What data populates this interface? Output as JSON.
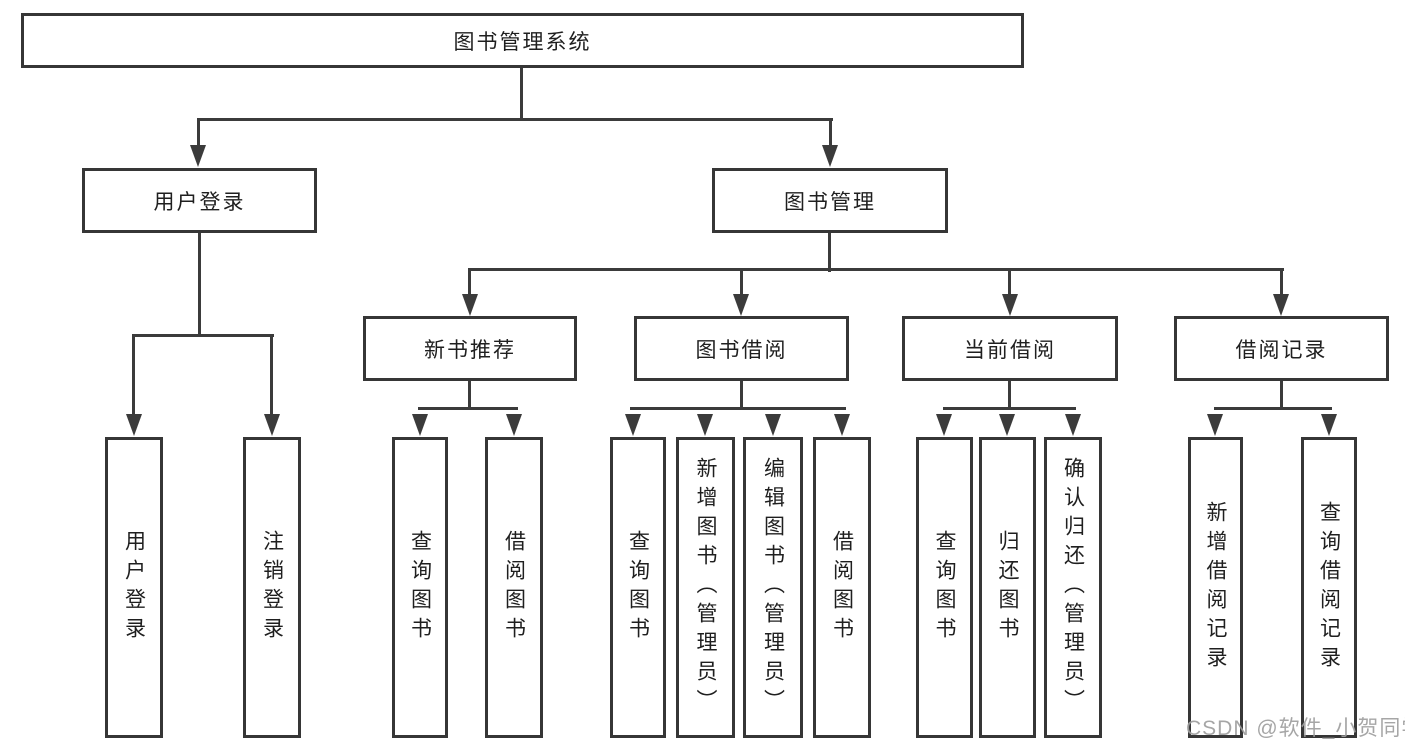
{
  "diagram": {
    "root": {
      "label": "图书管理系统"
    },
    "login": {
      "label": "用户登录",
      "children": [
        {
          "label": "用户登录"
        },
        {
          "label": "注销登录"
        }
      ]
    },
    "management": {
      "label": "图书管理",
      "sections": [
        {
          "label": "新书推荐",
          "children": [
            {
              "label": "查询图书"
            },
            {
              "label": "借阅图书"
            }
          ]
        },
        {
          "label": "图书借阅",
          "children": [
            {
              "label": "查询图书"
            },
            {
              "label": "新增图书（管理员）"
            },
            {
              "label": "编辑图书（管理员）"
            },
            {
              "label": "借阅图书"
            }
          ]
        },
        {
          "label": "当前借阅",
          "children": [
            {
              "label": "查询图书"
            },
            {
              "label": "归还图书"
            },
            {
              "label": "确认归还（管理员）"
            }
          ]
        },
        {
          "label": "借阅记录",
          "children": [
            {
              "label": "新增借阅记录"
            },
            {
              "label": "查询借阅记录"
            }
          ]
        }
      ]
    }
  },
  "watermark": {
    "text": "CSDN @软件_小贺同学",
    "color": "#9e9e9e"
  },
  "style": {
    "line_color": "#3b3b3b",
    "box_border_color": "#363636",
    "text_color": "#1f1f1f",
    "background": "#ffffff"
  }
}
